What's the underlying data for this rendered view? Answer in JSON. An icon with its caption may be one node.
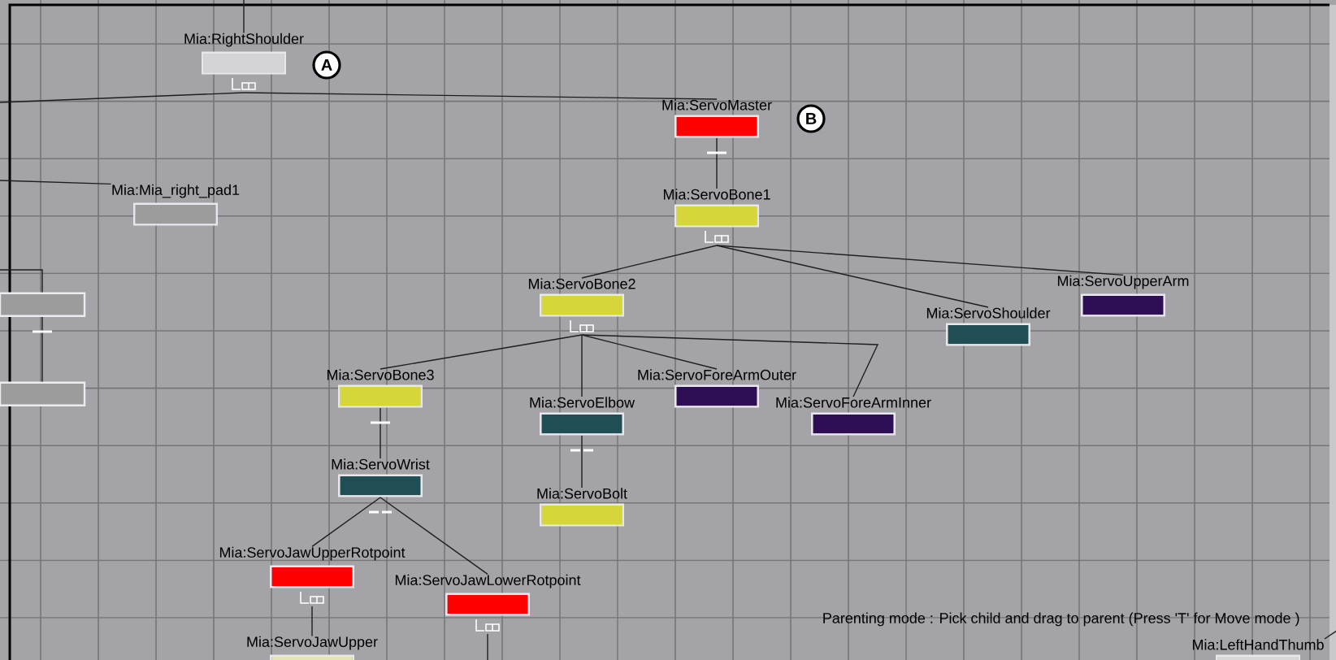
{
  "diagram": {
    "nodes": [
      {
        "text": [
          "Mia:RightShoulder"
        ]
      },
      {
        "text": [
          "Mia:ServoMaster"
        ]
      },
      {
        "text": [
          "Mia:Mia_right_pad1"
        ]
      },
      {
        "text": [
          "Mia:ServoBone1"
        ]
      },
      {
        "text": [],
        "shape": "box"
      },
      {
        "text": [],
        "shape": "box"
      },
      {
        "text": [
          "Mia:ServoBone2"
        ]
      },
      {
        "text": [
          "Mia:ServoShoulder"
        ]
      },
      {
        "text": [
          "Mia:ServoUpperArm"
        ]
      },
      {
        "text": [
          "Mia:ServoBone3"
        ]
      },
      {
        "text": [
          "Mia:ServoElbow"
        ]
      },
      {
        "text": [
          "Mia:ServoForeArmOuter"
        ]
      },
      {
        "text": [
          "Mia:ServoForeArmInner"
        ]
      },
      {
        "text": [
          "Mia:ServoWrist"
        ]
      },
      {
        "text": [
          "Mia:ServoBolt"
        ]
      },
      {
        "text": [
          "Mia:ServoJawUpperRotpoint"
        ]
      },
      {
        "text": [
          "Mia:ServoJawLowerRotpoint"
        ]
      },
      {
        "text": [
          "Mia:ServoJawUpper"
        ]
      },
      {
        "text": [
          "Mia:LeftHandThumb"
        ]
      }
    ],
    "edges": [
      {
        "from": null,
        "to": 0,
        "arrow": "none"
      },
      {
        "from": 0,
        "to": 1,
        "arrow": "none"
      },
      {
        "from": 0,
        "to": null,
        "arrow": "none"
      },
      {
        "from": null,
        "to": 2,
        "arrow": "none"
      },
      {
        "from": 1,
        "to": 3,
        "arrow": "none"
      },
      {
        "from": null,
        "to": 4,
        "arrow": "none"
      },
      {
        "from": 4,
        "to": 5,
        "arrow": "none"
      },
      {
        "from": 3,
        "to": 6,
        "arrow": "none"
      },
      {
        "from": 3,
        "to": 7,
        "arrow": "none"
      },
      {
        "from": 3,
        "to": 8,
        "arrow": "none"
      },
      {
        "from": 6,
        "to": 9,
        "arrow": "none"
      },
      {
        "from": 6,
        "to": 10,
        "arrow": "none"
      },
      {
        "from": 6,
        "to": 11,
        "arrow": "none"
      },
      {
        "from": 6,
        "to": 12,
        "arrow": "none"
      },
      {
        "from": 9,
        "to": 13,
        "arrow": "none"
      },
      {
        "from": 10,
        "to": 14,
        "arrow": "none"
      },
      {
        "from": 13,
        "to": 15,
        "arrow": "none"
      },
      {
        "from": 13,
        "to": 16,
        "arrow": "none"
      },
      {
        "from": 15,
        "to": 17,
        "arrow": "none"
      },
      {
        "from": 16,
        "to": null,
        "arrow": "none"
      },
      {
        "from": null,
        "to": 18,
        "arrow": "none"
      }
    ],
    "labels": [
      "A",
      "B",
      "Parenting mode : Pick child and drag to parent (Press 'T' for Move mode )"
    ]
  }
}
